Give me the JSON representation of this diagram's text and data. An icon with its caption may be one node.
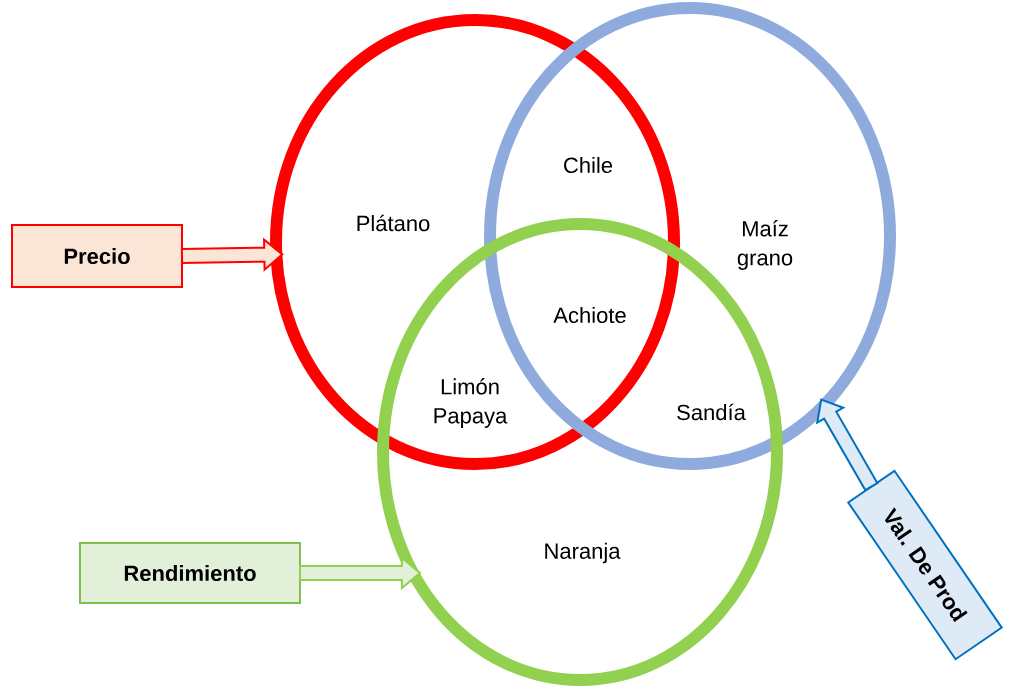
{
  "diagram": {
    "nodes": [
      {
        "text": [],
        "shape": "circle"
      },
      {
        "text": [],
        "shape": "circle"
      },
      {
        "text": [],
        "shape": "circle"
      },
      {
        "text": [
          "Precio"
        ]
      },
      {
        "text": [
          "Rendimiento"
        ]
      },
      {
        "text": [
          "Val. De Prod"
        ]
      }
    ],
    "edges": [
      {
        "from": 3,
        "to": 0,
        "arrow": "to",
        "color": "#ff0000"
      },
      {
        "from": 4,
        "to": 2,
        "arrow": "to",
        "color": "#92d050"
      },
      {
        "from": 5,
        "to": 1,
        "arrow": "to",
        "color": "#0070c0"
      }
    ],
    "labels": [
      "Chile",
      "Plátano",
      "Maíz grano",
      "Achiote",
      "Limón Papaya",
      "Sandía",
      "Naranja"
    ]
  }
}
